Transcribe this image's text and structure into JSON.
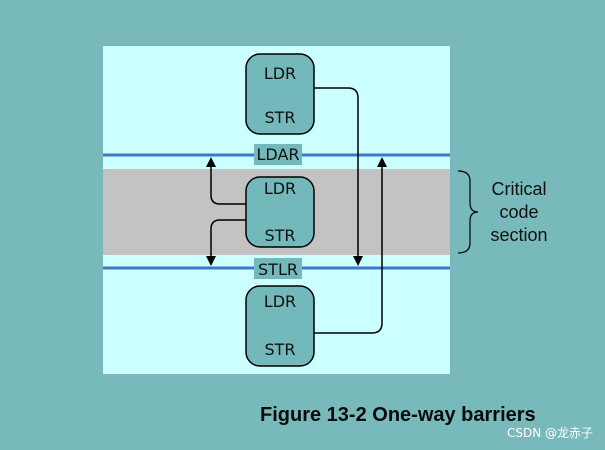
{
  "diagram": {
    "blocks": {
      "top": {
        "line1": "LDR",
        "line2": "STR"
      },
      "middle": {
        "line1": "LDR",
        "line2": "STR"
      },
      "bottom": {
        "line1": "LDR",
        "line2": "STR"
      }
    },
    "barriers": {
      "acquire": "LDAR",
      "release": "STLR"
    },
    "critical_section": {
      "line1": "Critical",
      "line2": "code",
      "line3": "section"
    },
    "colors": {
      "page_background": "#78b9bb",
      "panel_background": "#ccffff",
      "critical_band": "#c3c3c3",
      "block_fill": "#73b8ba",
      "barrier_line": "#3b78c8"
    }
  },
  "caption": "Figure 13-2 One-way barriers",
  "watermark": "CSDN @龙赤子"
}
